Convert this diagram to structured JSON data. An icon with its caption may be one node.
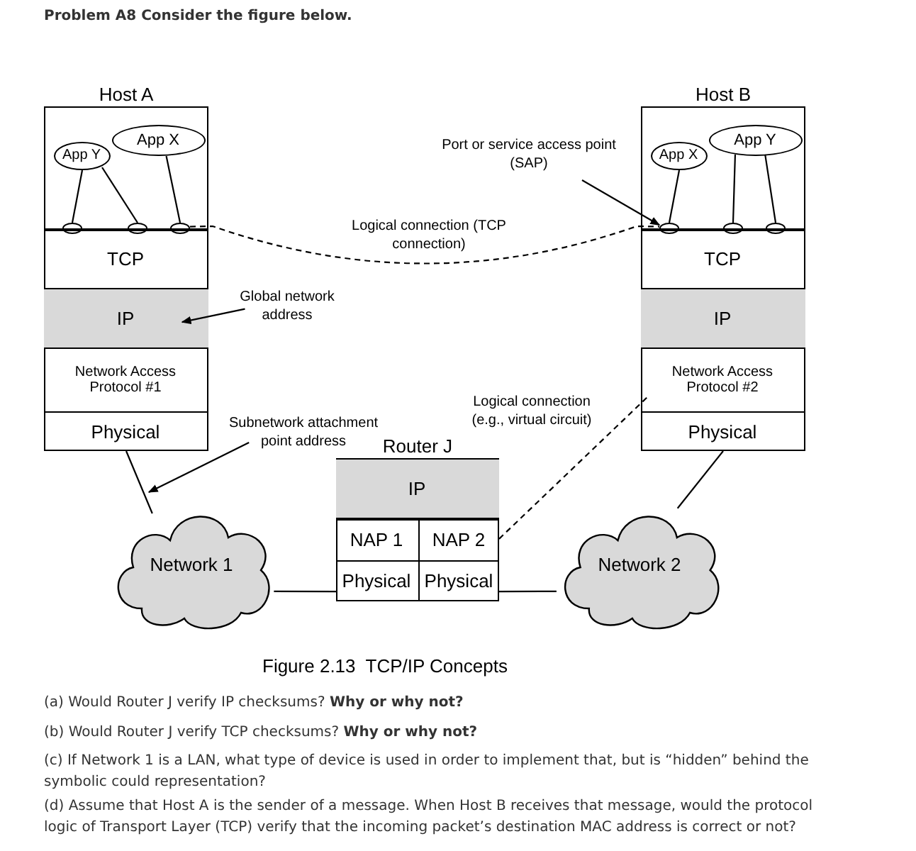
{
  "diagram": {
    "title": "Problem A8 Consider the figure below.",
    "caption": "Figure 2.13  TCP/IP Concepts",
    "nodes": [
      {
        "text": [
          "Host A"
        ]
      },
      {
        "text": [
          "App Y"
        ],
        "in": 0
      },
      {
        "text": [
          "App X"
        ],
        "in": 0
      },
      {
        "text": [],
        "shape": "ellipse",
        "in": 0
      },
      {
        "text": [],
        "shape": "ellipse",
        "in": 0
      },
      {
        "text": [],
        "shape": "ellipse",
        "in": 0
      },
      {
        "text": [
          "TCP"
        ],
        "in": 0
      },
      {
        "text": [
          "IP"
        ],
        "in": 0
      },
      {
        "text": [
          "Network Access Protocol #1"
        ],
        "in": 0
      },
      {
        "text": [
          "Physical"
        ],
        "in": 0
      },
      {
        "text": [
          "Host B"
        ]
      },
      {
        "text": [
          "App X"
        ],
        "in": 10
      },
      {
        "text": [
          "App Y"
        ],
        "in": 10
      },
      {
        "text": [],
        "shape": "ellipse",
        "in": 10
      },
      {
        "text": [],
        "shape": "ellipse",
        "in": 10
      },
      {
        "text": [],
        "shape": "ellipse",
        "in": 10
      },
      {
        "text": [
          "TCP"
        ],
        "in": 10
      },
      {
        "text": [
          "IP"
        ],
        "in": 10
      },
      {
        "text": [
          "Network Access Protocol #2"
        ],
        "in": 10
      },
      {
        "text": [
          "Physical"
        ],
        "in": 10
      },
      {
        "text": [
          "Router J"
        ]
      },
      {
        "text": [
          "IP"
        ],
        "in": 20
      },
      {
        "text": [
          "NAP 1"
        ],
        "in": 20
      },
      {
        "text": [
          "NAP 2"
        ],
        "in": 20
      },
      {
        "text": [
          "Physical"
        ],
        "in": 20
      },
      {
        "text": [
          "Physical"
        ],
        "in": 20
      },
      {
        "text": [
          "Network 1"
        ]
      },
      {
        "text": [
          "Network 2"
        ]
      },
      {
        "text": [
          "Global network address"
        ]
      },
      {
        "text": [
          "Subnetwork attachment point address"
        ]
      },
      {
        "text": [
          "Port or service access point (SAP)"
        ]
      }
    ],
    "edges": [
      {
        "from": 1,
        "to": 3,
        "arrow": "none"
      },
      {
        "from": 1,
        "to": 4,
        "arrow": "none"
      },
      {
        "from": 2,
        "to": 5,
        "arrow": "none"
      },
      {
        "from": 11,
        "to": 13,
        "arrow": "none"
      },
      {
        "from": 12,
        "to": 14,
        "arrow": "none"
      },
      {
        "from": 12,
        "to": 15,
        "arrow": "none"
      },
      {
        "from": 5,
        "to": 13,
        "arrow": "none",
        "style": "dashed",
        "label": "Logical connection (TCP connection)"
      },
      {
        "from": 9,
        "to": 26,
        "arrow": "none"
      },
      {
        "from": 26,
        "to": 24,
        "arrow": "none"
      },
      {
        "from": 25,
        "to": 27,
        "arrow": "none"
      },
      {
        "from": 27,
        "to": 19,
        "arrow": "none"
      },
      {
        "from": 23,
        "to": 18,
        "arrow": "none",
        "style": "dashed",
        "label": "Logical connection (e.g., virtual circuit)"
      },
      {
        "from": 28,
        "to": 7,
        "arrow": "to"
      },
      {
        "from": 29,
        "to": null,
        "arrow": "to"
      },
      {
        "from": 30,
        "to": 13,
        "arrow": "to"
      }
    ],
    "labels": [
      "(a) Would Router J verify IP checksums? **Why or why not?**",
      "(b) Would Router J verify TCP checksums? **Why or why not?**",
      "(c) If Network 1 is a LAN, what type of device is used in order to implement that, but is “hidden” behind the symbolic could representation?",
      "(d) Assume that Host A is the sender of a message. When Host B receives that message, would the protocol logic of Transport Layer (TCP) verify that the incoming packet’s destination MAC address is correct or not?"
    ]
  }
}
